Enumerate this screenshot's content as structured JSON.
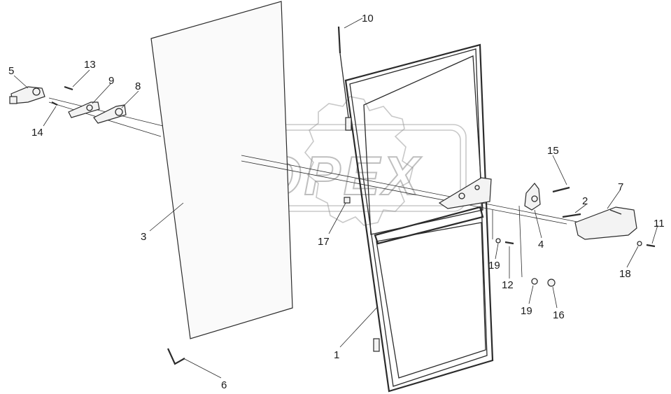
{
  "watermark": {
    "text": "OPEX"
  },
  "callouts": [
    {
      "id": "1",
      "text": "1"
    },
    {
      "id": "2",
      "text": "2"
    },
    {
      "id": "3",
      "text": "3"
    },
    {
      "id": "4",
      "text": "4"
    },
    {
      "id": "5",
      "text": "5"
    },
    {
      "id": "6",
      "text": "6"
    },
    {
      "id": "7",
      "text": "7"
    },
    {
      "id": "8",
      "text": "8"
    },
    {
      "id": "9",
      "text": "9"
    },
    {
      "id": "10",
      "text": "10"
    },
    {
      "id": "11",
      "text": "11"
    },
    {
      "id": "12",
      "text": "12"
    },
    {
      "id": "13",
      "text": "13"
    },
    {
      "id": "14",
      "text": "14"
    },
    {
      "id": "15",
      "text": "15"
    },
    {
      "id": "16",
      "text": "16"
    },
    {
      "id": "17",
      "text": "17"
    },
    {
      "id": "18",
      "text": "18"
    },
    {
      "id": "19a",
      "text": "19"
    },
    {
      "id": "19b",
      "text": "19"
    }
  ]
}
